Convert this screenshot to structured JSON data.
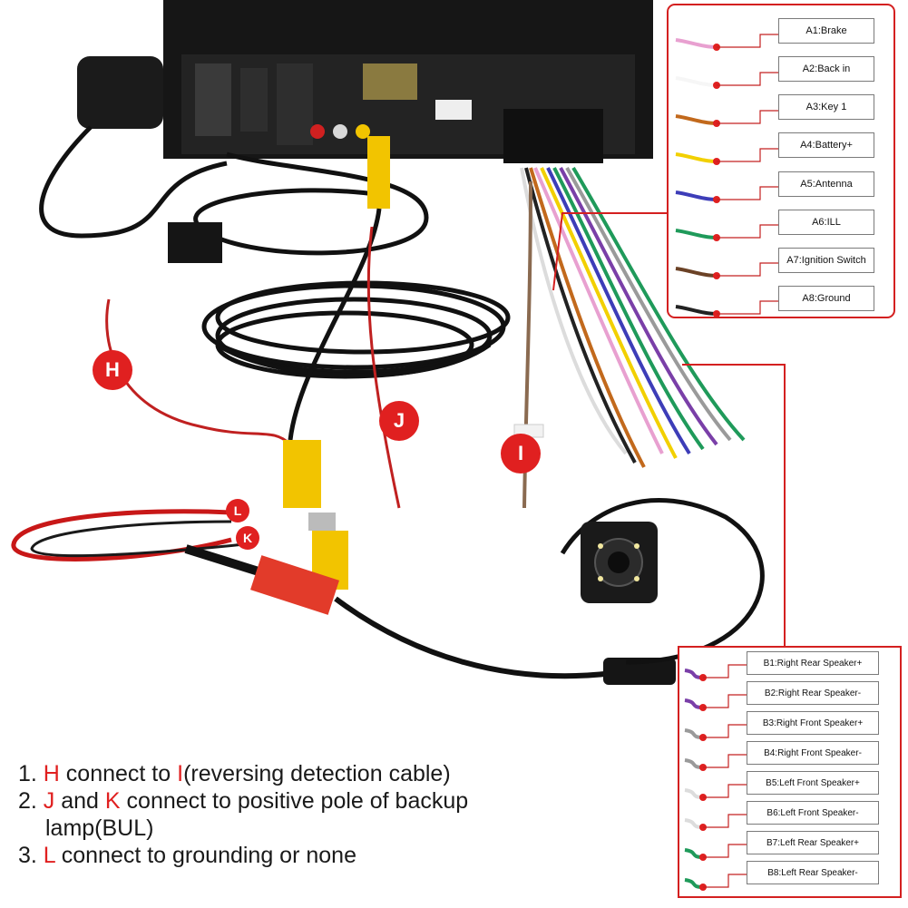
{
  "panel_a": {
    "labels": [
      "A1:Brake",
      "A2:Back in",
      "A3:Key 1",
      "A4:Battery+",
      "A5:Antenna",
      "A6:ILL",
      "A7:Ignition Switch",
      "A8:Ground"
    ],
    "wire_colors": [
      "#e8a0d0",
      "#f6f6f6",
      "#c2691c",
      "#f2d000",
      "#3d3db8",
      "#1f9a5a",
      "#6b4226",
      "#222222"
    ],
    "box_border": "#d42020"
  },
  "panel_b": {
    "labels": [
      "B1:Right Rear Speaker+",
      "B2:Right Rear Speaker-",
      "B3:Right Front Speaker+",
      "B4:Right Front Speaker-",
      "B5:Left Front Speaker+",
      "B6:Left Front Speaker-",
      "B7:Left Rear Speaker+",
      "B8:Left Rear Speaker-"
    ],
    "wire_colors": [
      "#7a3fa8",
      "#7a3fa8",
      "#9a9a9a",
      "#9a9a9a",
      "#dcdcdc",
      "#dcdcdc",
      "#1f9a5a",
      "#1f9a5a"
    ]
  },
  "badges": {
    "h": "H",
    "i": "I",
    "j": "J",
    "k": "K",
    "l": "L"
  },
  "instructions": {
    "line1": {
      "num": "1. ",
      "a": "H",
      "b": " connect to ",
      "c": "I",
      "d": "(reversing detection cable)"
    },
    "line2": {
      "num": "2. ",
      "a": "J",
      "b": " and ",
      "c": "K",
      "d": " connect to positive pole of backup"
    },
    "line2b": "lamp(BUL)",
    "line3": {
      "num": "3. ",
      "a": "L",
      "b": " connect to grounding or none"
    }
  },
  "colors": {
    "accent_red": "#e02020",
    "unit_black": "#161616",
    "rca_yellow": "#f2c400",
    "rca_red": "#e23b2a"
  }
}
